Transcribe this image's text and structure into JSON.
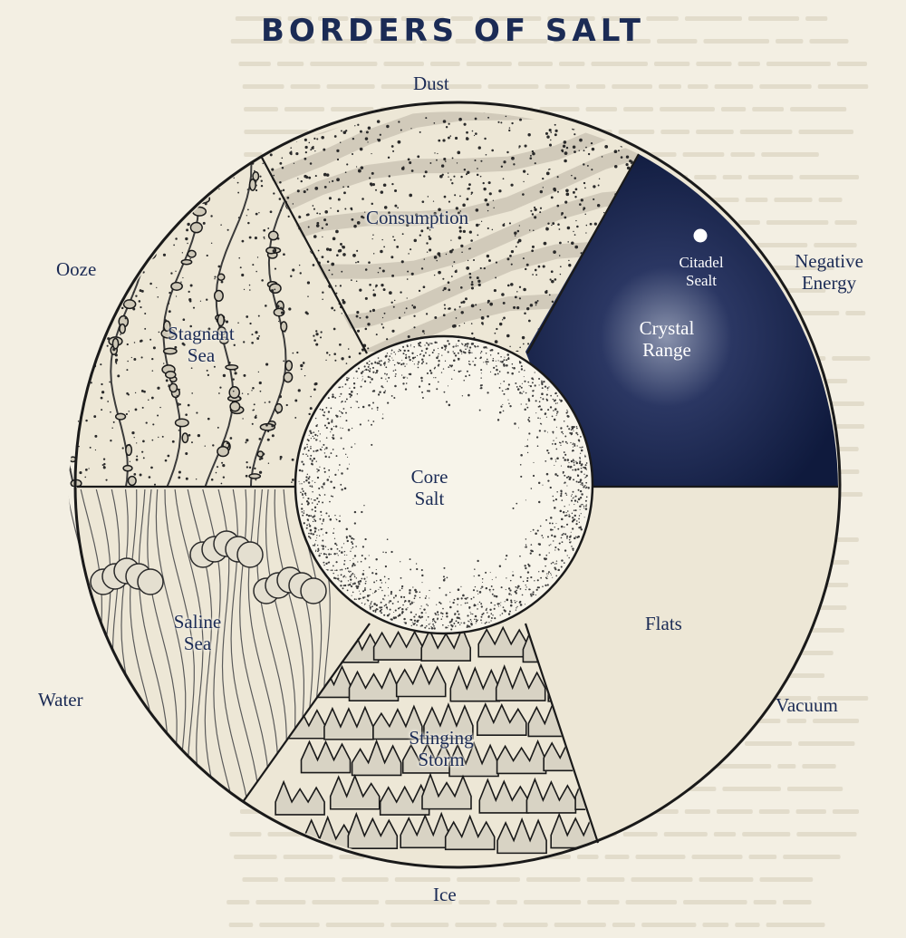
{
  "title": "BORDERS OF SALT",
  "outer_labels": {
    "top": "Dust",
    "upper_left": "Ooze",
    "upper_right": "Negative Energy",
    "lower_left": "Water",
    "lower_right": "Vacuum",
    "bottom": "Ice"
  },
  "regions": {
    "consumption": "Consumption",
    "stagnant_sea": "Stagnant Sea",
    "crystal_range": "Crystal Range",
    "citadel": "Citadel Sealt",
    "saline_sea": "Saline Sea",
    "flats": "Flats",
    "stinging_storm": "Stinging Storm",
    "core": "Core Salt"
  },
  "colors": {
    "ink": "#1b2b55",
    "parchment": "#f3efe3",
    "negative_energy": "#0f1a3d"
  }
}
